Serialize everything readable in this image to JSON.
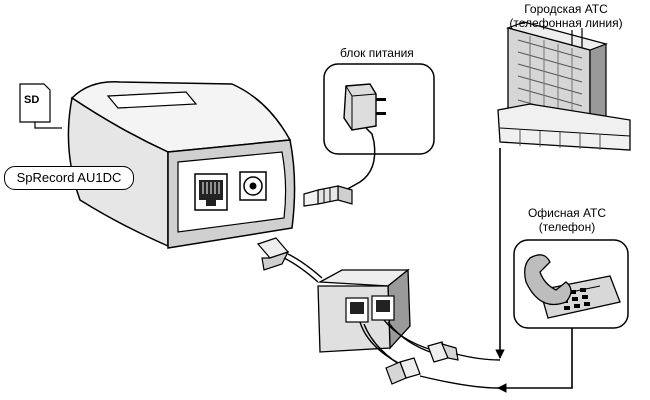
{
  "labels": {
    "device_name": "SpRecord AU1DC",
    "sd_card": "SD",
    "power_supply": "блок питания",
    "city_pbx_line1": "Городская АТС",
    "city_pbx_line2": "(телефонная линия)",
    "office_pbx_line1": "Офисная АТС",
    "office_pbx_line2": "(телефон)"
  },
  "colors": {
    "stroke": "#000000",
    "light_fill": "#f2f2f2",
    "mid_fill": "#d9d9d9",
    "dark_fill": "#8c8c8c",
    "background": "#ffffff"
  },
  "icons": [
    "sd-card-icon",
    "power-adapter-icon",
    "building-icon",
    "telephone-icon",
    "rj11-plug-icon",
    "splitter-icon"
  ]
}
